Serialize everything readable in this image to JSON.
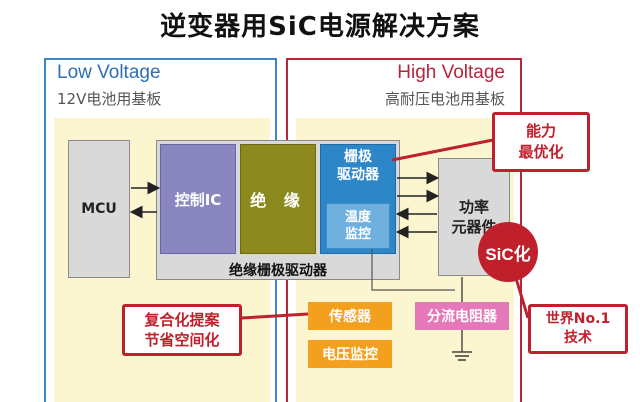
{
  "title": "逆变器用SiC电源解决方案",
  "low_voltage": {
    "title": "Low Voltage",
    "subtitle": "12V电池用基板"
  },
  "high_voltage": {
    "title": "High Voltage",
    "subtitle": "高耐压电池用基板"
  },
  "blocks": {
    "mcu": "MCU",
    "control_ic": "控制IC",
    "insulation": "绝 缘",
    "gate_driver_line1": "栅极",
    "gate_driver_line2": "驱动器",
    "temp_line1": "温度",
    "temp_line2": "监控",
    "isolated_gate_driver": "绝缘栅极驱动器",
    "power_line1": "功率",
    "power_line2": "元器件",
    "sensor": "传感器",
    "voltage_monitor": "电压监控",
    "shunt_resistor": "分流电阻器"
  },
  "callouts": {
    "ability_line1": "能力",
    "ability_line2": "最优化",
    "compound_line1": "复合化提案",
    "compound_line2": "节省空间化",
    "world_line1": "世界No.1",
    "world_line2": "技术"
  },
  "sic_badge": "SiC化",
  "colors": {
    "low_voltage_border": "#3b86c6",
    "high_voltage_border": "#b3263b",
    "background_fill": "#fbf6cf",
    "callout_red": "#c0202c",
    "control_ic": "#8a86c0",
    "insulation": "#8c8a1e",
    "gate_driver": "#2d86c8",
    "sensor": "#f2a01e",
    "shunt": "#e478b8"
  }
}
